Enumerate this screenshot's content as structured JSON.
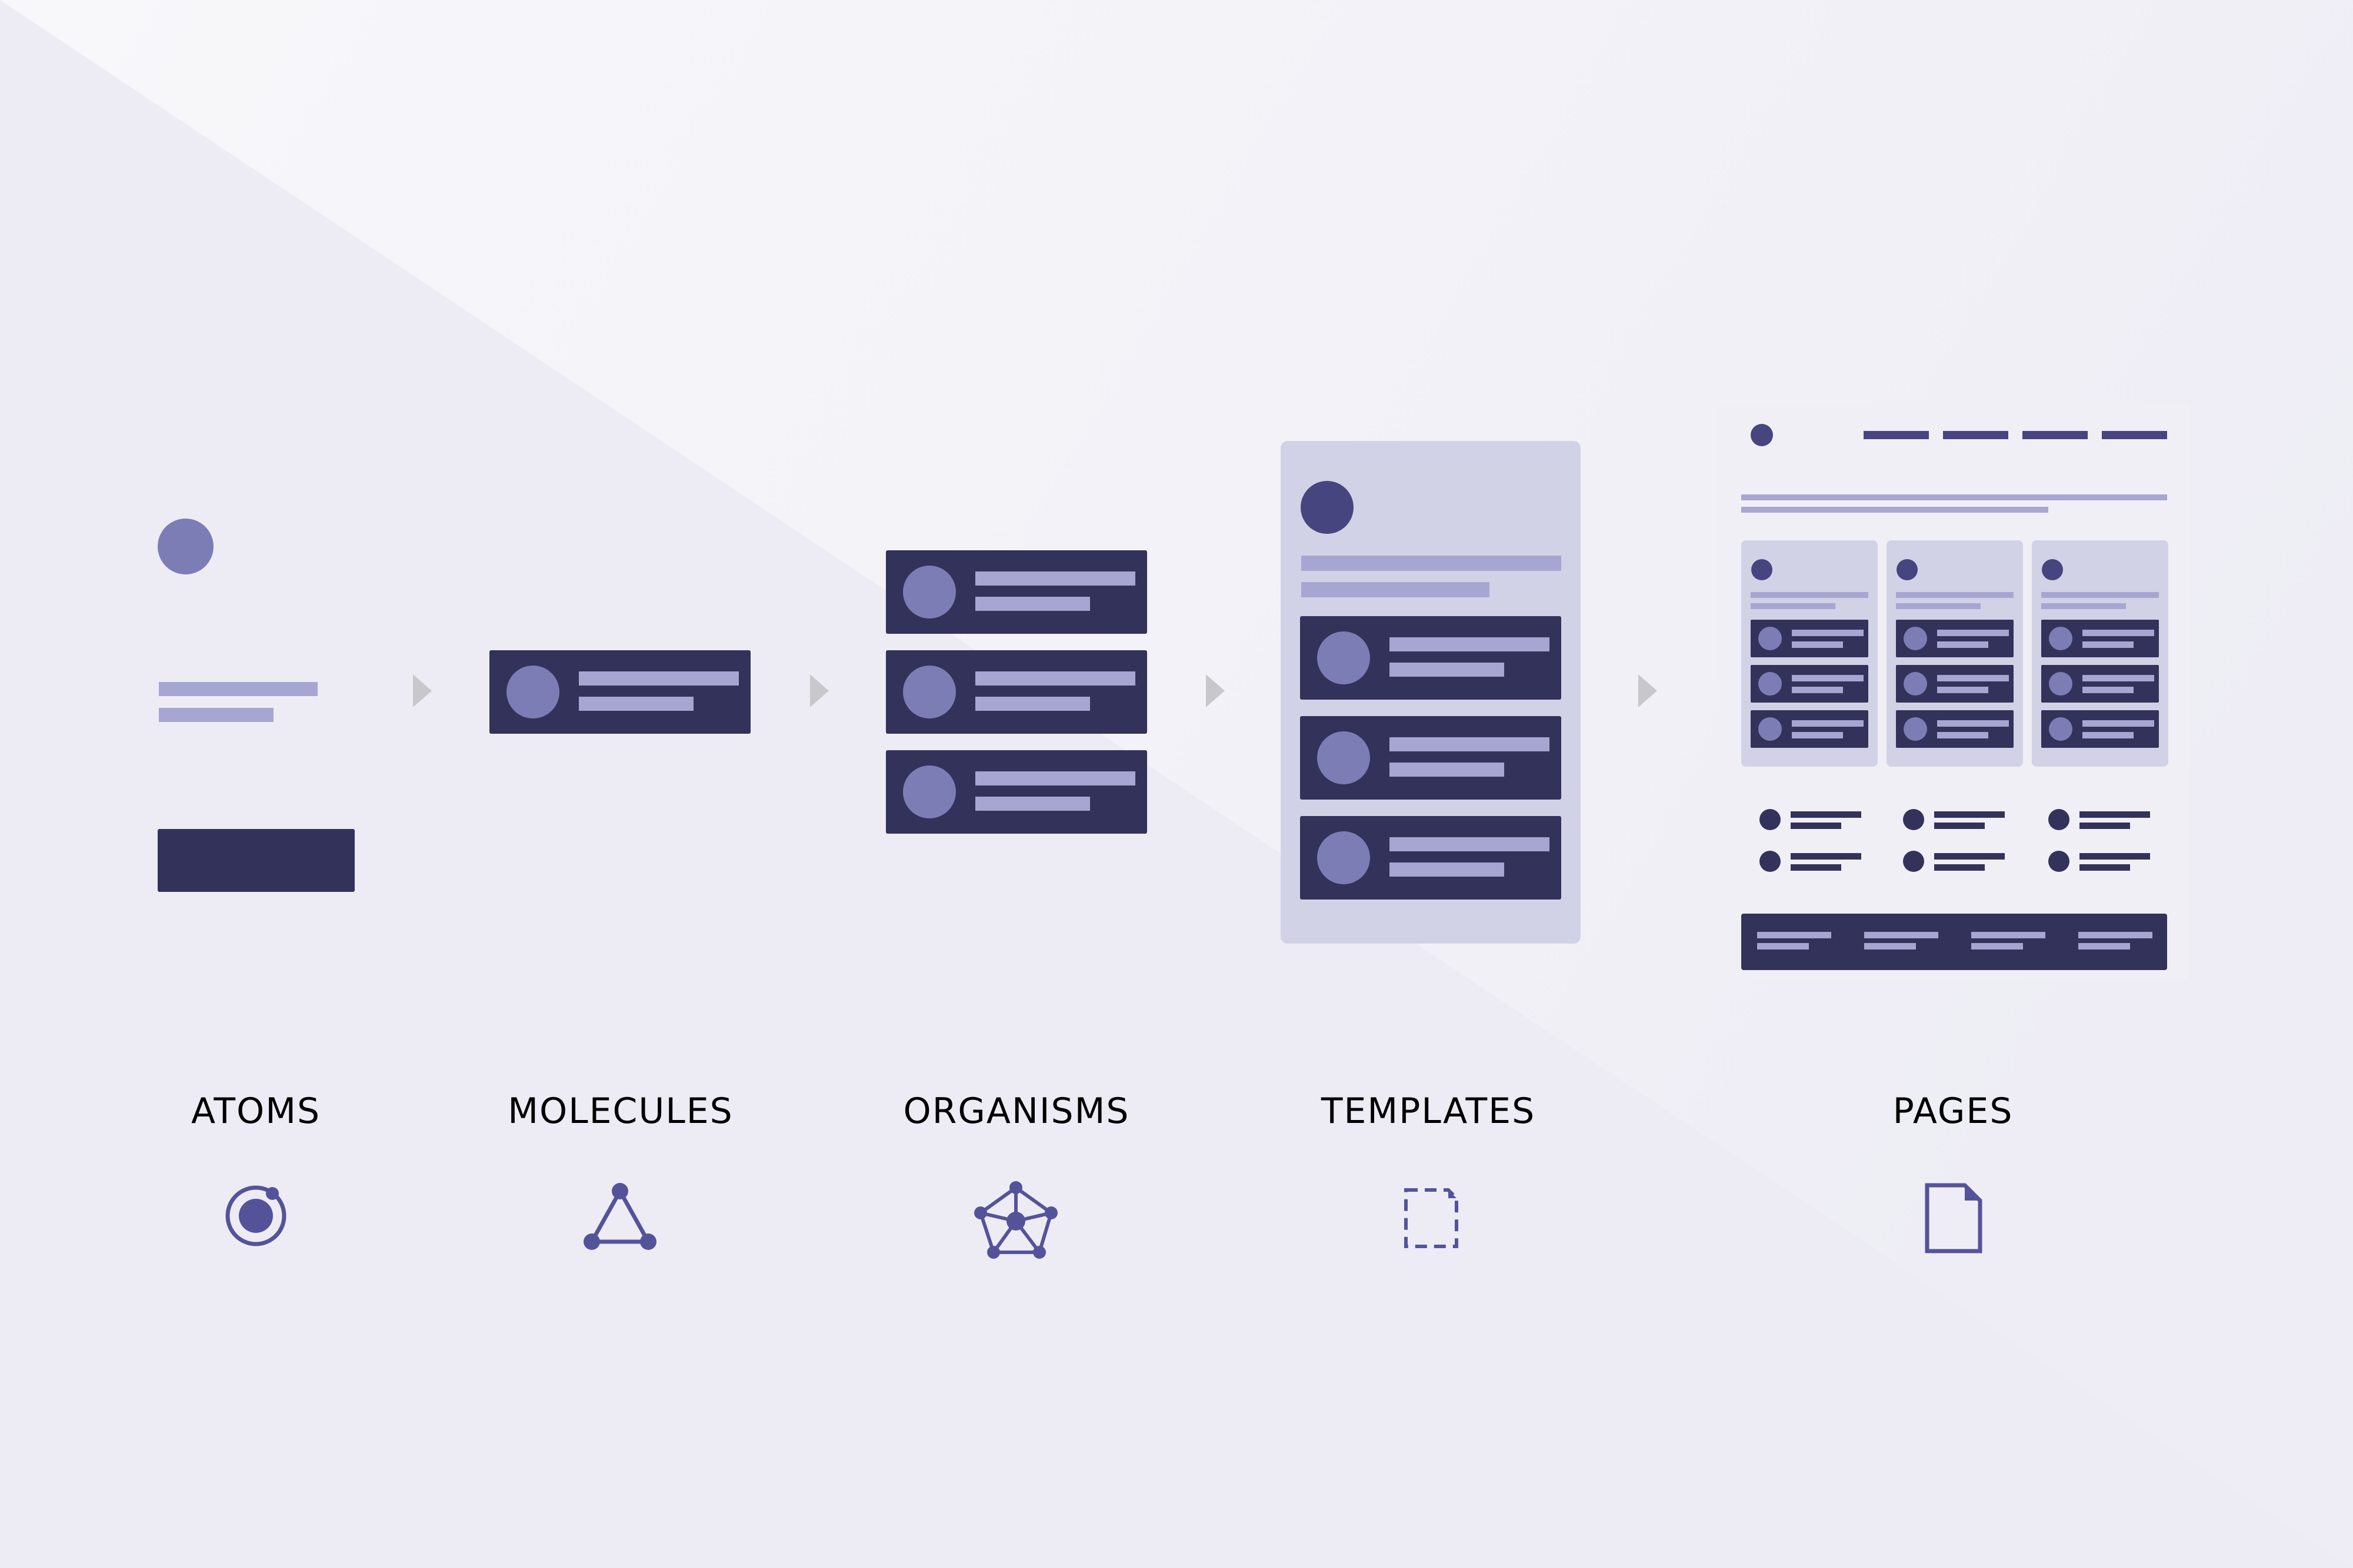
{
  "stages": [
    {
      "label": "ATOMS",
      "icon": "atom-icon"
    },
    {
      "label": "MOLECULES",
      "icon": "molecule-icon"
    },
    {
      "label": "ORGANISMS",
      "icon": "organism-icon"
    },
    {
      "label": "TEMPLATES",
      "icon": "template-icon"
    },
    {
      "label": "PAGES",
      "icon": "page-icon"
    }
  ],
  "colors": {
    "background": "#edecf5",
    "highlight": "#f3f3f8",
    "dark": "#33325a",
    "accent": "#7d7db6",
    "light_bar": "#a7a6d2",
    "panel": "#d2d2e6",
    "icon": "#54539a",
    "arrow": "#c8c8cc",
    "caption": "#000000"
  }
}
